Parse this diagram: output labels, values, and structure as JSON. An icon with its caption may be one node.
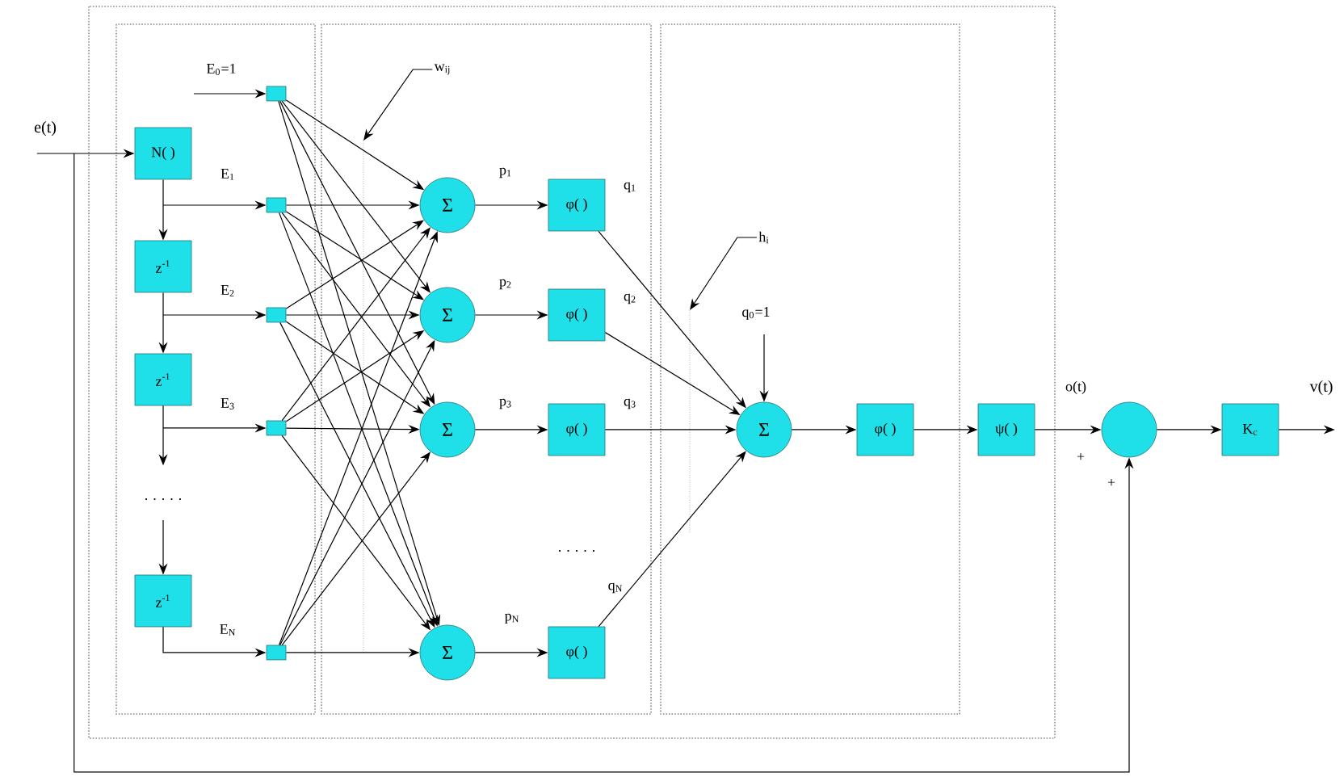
{
  "diagram": {
    "nodes": [
      {
        "text": [
          "e(t)"
        ]
      },
      {
        "text": [
          "N( )"
        ]
      },
      {
        "text": [
          "z$^{-1}$"
        ]
      },
      {
        "text": [
          "z$^{-1}$"
        ]
      },
      {
        "text": [
          "z$^{-1}$"
        ]
      },
      {
        "text": [],
        "shape": "box"
      },
      {
        "text": [],
        "shape": "box"
      },
      {
        "text": [],
        "shape": "box"
      },
      {
        "text": [],
        "shape": "box"
      },
      {
        "text": [],
        "shape": "box"
      },
      {
        "text": [
          "Σ"
        ]
      },
      {
        "text": [
          "Σ"
        ]
      },
      {
        "text": [
          "Σ"
        ]
      },
      {
        "text": [
          "Σ"
        ]
      },
      {
        "text": [
          "φ( )"
        ]
      },
      {
        "text": [
          "φ( )"
        ]
      },
      {
        "text": [
          "φ( )"
        ]
      },
      {
        "text": [
          "φ( )"
        ]
      },
      {
        "text": [
          "w$_{ij}$"
        ]
      },
      {
        "text": [
          "h$_{i}$"
        ]
      },
      {
        "text": [
          "Σ"
        ]
      },
      {
        "text": [
          "φ( )"
        ]
      },
      {
        "text": [
          "ψ( )"
        ]
      },
      {
        "text": [],
        "shape": "circle"
      },
      {
        "text": [
          "K$_{c}$"
        ]
      },
      {
        "text": [
          "v(t)"
        ]
      }
    ],
    "edges": [
      {
        "from": 0,
        "to": 1,
        "arrow": "to"
      },
      {
        "from": 1,
        "to": 2,
        "arrow": "to"
      },
      {
        "from": 2,
        "to": 3,
        "arrow": "to"
      },
      {
        "from": 3,
        "to": null,
        "arrow": "to"
      },
      {
        "from": null,
        "to": 4,
        "arrow": "to"
      },
      {
        "from": null,
        "to": 5,
        "arrow": "to",
        "label": "E$_{0}$=1"
      },
      {
        "from": 1,
        "to": 6,
        "arrow": "to",
        "label": "E$_{1}$"
      },
      {
        "from": 2,
        "to": 7,
        "arrow": "to",
        "label": "E$_{2}$"
      },
      {
        "from": 3,
        "to": 8,
        "arrow": "to",
        "label": "E$_{3}$"
      },
      {
        "from": 4,
        "to": 9,
        "arrow": "to",
        "label": "E$_{N}$"
      },
      {
        "from": 5,
        "to": 10,
        "arrow": "to"
      },
      {
        "from": 5,
        "to": 11,
        "arrow": "to"
      },
      {
        "from": 5,
        "to": 12,
        "arrow": "to"
      },
      {
        "from": 5,
        "to": 13,
        "arrow": "to"
      },
      {
        "from": 6,
        "to": 10,
        "arrow": "to"
      },
      {
        "from": 6,
        "to": 11,
        "arrow": "to"
      },
      {
        "from": 6,
        "to": 12,
        "arrow": "to"
      },
      {
        "from": 6,
        "to": 13,
        "arrow": "to"
      },
      {
        "from": 7,
        "to": 10,
        "arrow": "to"
      },
      {
        "from": 7,
        "to": 11,
        "arrow": "to"
      },
      {
        "from": 7,
        "to": 12,
        "arrow": "to"
      },
      {
        "from": 7,
        "to": 13,
        "arrow": "to"
      },
      {
        "from": 8,
        "to": 10,
        "arrow": "to"
      },
      {
        "from": 8,
        "to": 11,
        "arrow": "to"
      },
      {
        "from": 8,
        "to": 12,
        "arrow": "to"
      },
      {
        "from": 8,
        "to": 13,
        "arrow": "to"
      },
      {
        "from": 9,
        "to": 10,
        "arrow": "to"
      },
      {
        "from": 9,
        "to": 11,
        "arrow": "to"
      },
      {
        "from": 9,
        "to": 12,
        "arrow": "to"
      },
      {
        "from": 9,
        "to": 13,
        "arrow": "to"
      },
      {
        "from": 10,
        "to": 14,
        "arrow": "to",
        "label": "p$_{1}$"
      },
      {
        "from": 11,
        "to": 15,
        "arrow": "to",
        "label": "p$_{2}$"
      },
      {
        "from": 12,
        "to": 16,
        "arrow": "to",
        "label": "p$_{3}$"
      },
      {
        "from": 13,
        "to": 17,
        "arrow": "to",
        "label": "p$_{N}$"
      },
      {
        "from": 14,
        "to": 20,
        "arrow": "to",
        "label": "q$_{1}$"
      },
      {
        "from": 15,
        "to": 20,
        "arrow": "to",
        "label": "q$_{2}$"
      },
      {
        "from": 16,
        "to": 20,
        "arrow": "to",
        "label": "q$_{3}$"
      },
      {
        "from": 17,
        "to": 20,
        "arrow": "to",
        "label": "q$_{N}$"
      },
      {
        "from": null,
        "to": 20,
        "arrow": "to",
        "label": "q$_{0}$=1"
      },
      {
        "from": 20,
        "to": 21,
        "arrow": "to"
      },
      {
        "from": 21,
        "to": 22,
        "arrow": "to"
      },
      {
        "from": 22,
        "to": 23,
        "arrow": "to",
        "label": "o(t)"
      },
      {
        "from": 0,
        "to": 23,
        "arrow": "to"
      },
      {
        "from": 23,
        "to": 24,
        "arrow": "to"
      },
      {
        "from": 24,
        "to": 25,
        "arrow": "to"
      },
      {
        "from": 18,
        "to": null,
        "arrow": "to"
      },
      {
        "from": 19,
        "to": null,
        "arrow": "to"
      }
    ],
    "labels": [
      ". . . . .",
      ". . . . .",
      "+",
      "+"
    ]
  }
}
